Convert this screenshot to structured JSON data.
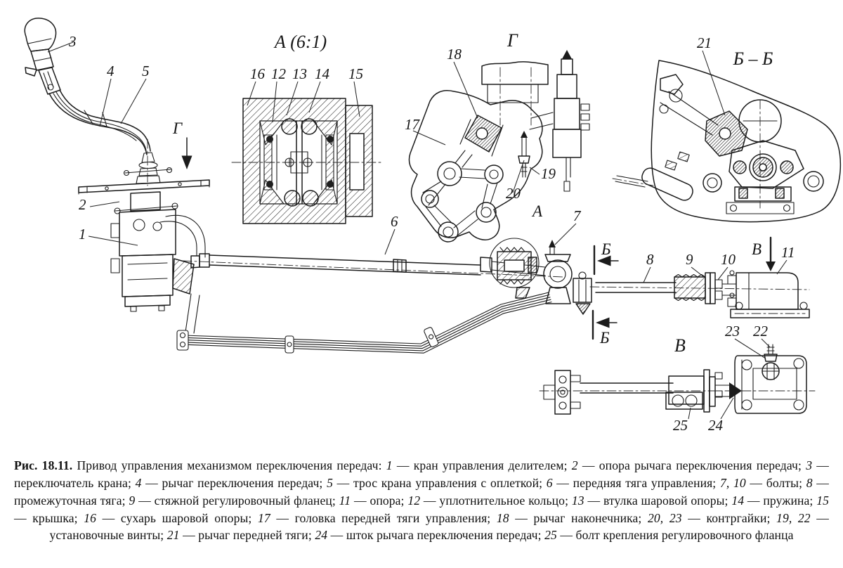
{
  "colors": {
    "ink": "#1b1b1b",
    "paper": "#ffffff"
  },
  "figure": {
    "number": "Рис. 18.11.",
    "title": "Привод управления механизмом переключения передач",
    "caption_segments": [
      {
        "style": "b",
        "text": "Рис. 18.11. "
      },
      {
        "style": "n",
        "text": "Привод управления механизмом переключения передач: "
      },
      {
        "style": "i",
        "text": "1"
      },
      {
        "style": "n",
        "text": " — кран управления делителем; "
      },
      {
        "style": "i",
        "text": "2"
      },
      {
        "style": "n",
        "text": " — опора рычага переключения передач; "
      },
      {
        "style": "i",
        "text": "3"
      },
      {
        "style": "n",
        "text": " — переключатель крана; "
      },
      {
        "style": "i",
        "text": "4"
      },
      {
        "style": "n",
        "text": " — рычаг переключения передач; "
      },
      {
        "style": "i",
        "text": "5"
      },
      {
        "style": "n",
        "text": " — трос крана управления с оплеткой; "
      },
      {
        "style": "i",
        "text": "6"
      },
      {
        "style": "n",
        "text": " — передняя тяга управления; "
      },
      {
        "style": "i",
        "text": "7, 10"
      },
      {
        "style": "n",
        "text": " — болты; "
      },
      {
        "style": "i",
        "text": "8"
      },
      {
        "style": "n",
        "text": " — промежуточная тяга; "
      },
      {
        "style": "i",
        "text": "9"
      },
      {
        "style": "n",
        "text": " — стяжной регулировочный фланец; "
      },
      {
        "style": "i",
        "text": "11"
      },
      {
        "style": "n",
        "text": " — опора; "
      },
      {
        "style": "i",
        "text": "12"
      },
      {
        "style": "n",
        "text": " — уплотнительное кольцо; "
      },
      {
        "style": "i",
        "text": "13"
      },
      {
        "style": "n",
        "text": " — втулка шаровой опоры; "
      },
      {
        "style": "i",
        "text": "14"
      },
      {
        "style": "n",
        "text": " — пружина; "
      },
      {
        "style": "i",
        "text": "15"
      },
      {
        "style": "n",
        "text": " — крышка; "
      },
      {
        "style": "i",
        "text": "16"
      },
      {
        "style": "n",
        "text": " — сухарь шаровой опоры; "
      },
      {
        "style": "i",
        "text": "17"
      },
      {
        "style": "n",
        "text": " — головка передней тяги управления; "
      },
      {
        "style": "i",
        "text": "18"
      },
      {
        "style": "n",
        "text": " — рычаг наконечника; "
      },
      {
        "style": "i",
        "text": "20, 23"
      },
      {
        "style": "n",
        "text": " — контргайки; "
      },
      {
        "style": "i",
        "text": "19, 22"
      },
      {
        "style": "n",
        "text": " — установочные винты; "
      },
      {
        "style": "i",
        "text": "21"
      },
      {
        "style": "n",
        "text": " — рычаг передней тяги; "
      },
      {
        "style": "i",
        "text": "24"
      },
      {
        "style": "n",
        "text": " — шток рычага переключения передач; "
      },
      {
        "style": "i",
        "text": "25"
      },
      {
        "style": "n",
        "text": " — болт крепления регулировочного фланца"
      }
    ]
  },
  "diagram": {
    "view_titles": {
      "section_a61": "А (6:1)",
      "view_g": "Г",
      "direction_g": "Г",
      "section_bb": "Б – Б",
      "detail_a": "А",
      "section_b_upper": "Б",
      "section_b_lower": "Б",
      "direction_v": "В",
      "view_v": "В"
    },
    "part_labels": {
      "p1": "1",
      "p2": "2",
      "p3": "3",
      "p4": "4",
      "p5": "5",
      "p6": "6",
      "p7": "7",
      "p8": "8",
      "p9": "9",
      "p10": "10",
      "p11": "11",
      "p12": "12",
      "p13": "13",
      "p14": "14",
      "p15": "15",
      "p16": "16",
      "p17": "17",
      "p18": "18",
      "p19": "19",
      "p20": "20",
      "p21": "21",
      "p22": "22",
      "p23": "23",
      "p24": "24",
      "p25": "25"
    }
  }
}
